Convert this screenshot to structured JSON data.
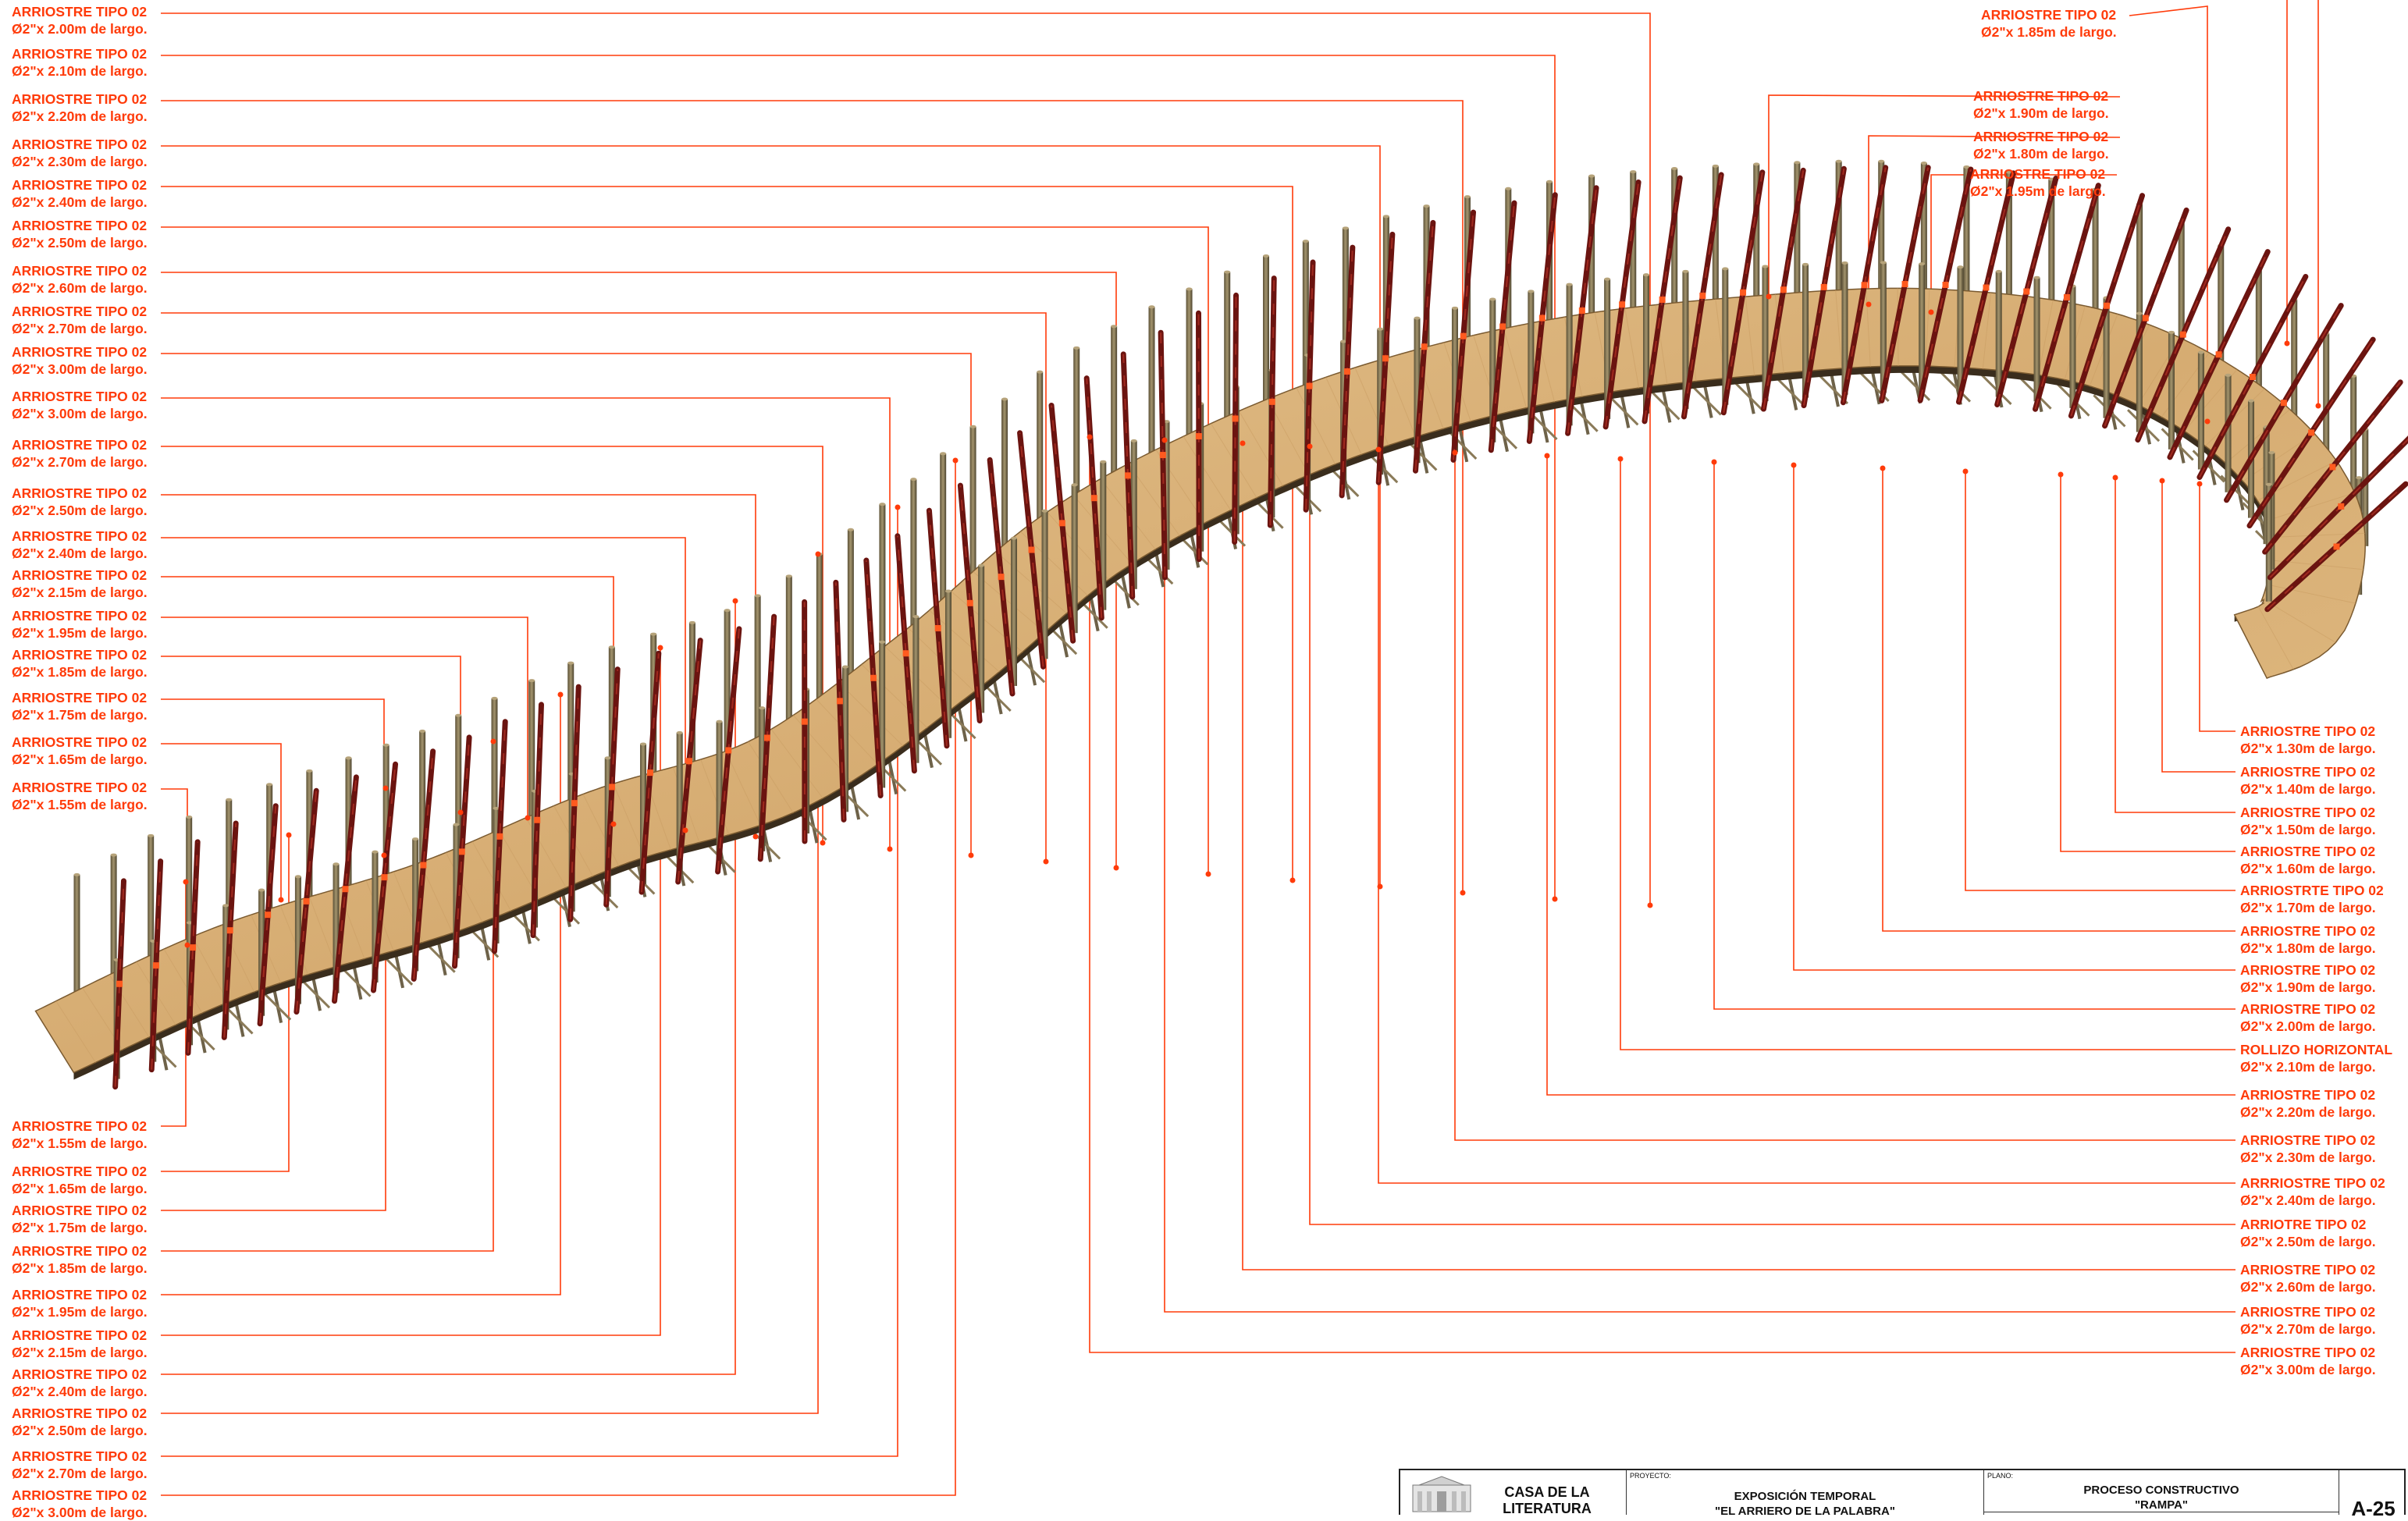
{
  "colors": {
    "leader": "#ff3b0a",
    "deck": "#d8b27c",
    "post": "#8a7a58",
    "brace": "#6b1410"
  },
  "left_top_labels": [
    {
      "title": "ARRIOSTRE TIPO 02",
      "spec": "Ø2\"x 2.00m de largo."
    },
    {
      "title": "ARRIOSTRE TIPO 02",
      "spec": "Ø2\"x 2.10m de largo."
    },
    {
      "title": "ARRIOSTRE TIPO 02",
      "spec": "Ø2\"x 2.20m de largo."
    },
    {
      "title": "ARRIOSTRE TIPO 02",
      "spec": "Ø2\"x 2.30m de largo."
    },
    {
      "title": "ARRIOSTRE TIPO 02",
      "spec": "Ø2\"x 2.40m de largo."
    },
    {
      "title": "ARRIOSTRE TIPO 02",
      "spec": "Ø2\"x 2.50m de largo."
    },
    {
      "title": "ARRIOSTRE TIPO 02",
      "spec": "Ø2\"x 2.60m de largo."
    },
    {
      "title": "ARRIOSTRE TIPO 02",
      "spec": "Ø2\"x 2.70m de largo."
    },
    {
      "title": "ARRIOSTRE TIPO 02",
      "spec": "Ø2\"x 3.00m de largo."
    },
    {
      "title": "ARRIOSTRE TIPO 02",
      "spec": "Ø2\"x 3.00m de largo."
    },
    {
      "title": "ARRIOSTRE TIPO 02",
      "spec": "Ø2\"x 2.70m de largo."
    },
    {
      "title": "ARRIOSTRE TIPO 02",
      "spec": "Ø2\"x 2.50m de largo."
    },
    {
      "title": "ARRIOSTRE TIPO 02",
      "spec": "Ø2\"x 2.40m de largo."
    },
    {
      "title": "ARRIOSTRE TIPO 02",
      "spec": "Ø2\"x 2.15m de largo."
    },
    {
      "title": "ARRIOSTRE TIPO 02",
      "spec": "Ø2\"x 1.95m de largo."
    },
    {
      "title": "ARRIOSTRE TIPO 02",
      "spec": "Ø2\"x 1.85m de largo."
    },
    {
      "title": "ARRIOSTRE TIPO 02",
      "spec": "Ø2\"x 1.75m de largo."
    },
    {
      "title": "ARRIOSTRE TIPO 02",
      "spec": "Ø2\"x 1.65m de largo."
    },
    {
      "title": "ARRIOSTRE TIPO 02",
      "spec": "Ø2\"x 1.55m de largo."
    }
  ],
  "left_bottom_labels": [
    {
      "title": "ARRIOSTRE TIPO 02",
      "spec": "Ø2\"x 1.55m de largo."
    },
    {
      "title": "ARRIOSTRE TIPO 02",
      "spec": "Ø2\"x 1.65m de largo."
    },
    {
      "title": "ARRIOSTRE TIPO 02",
      "spec": "Ø2\"x 1.75m de largo."
    },
    {
      "title": "ARRIOSTRE TIPO 02",
      "spec": "Ø2\"x 1.85m de largo."
    },
    {
      "title": "ARRIOSTRE TIPO 02",
      "spec": "Ø2\"x 1.95m de largo."
    },
    {
      "title": "ARRIOSTRE TIPO 02",
      "spec": "Ø2\"x 2.15m de largo."
    },
    {
      "title": "ARRIOSTRE TIPO 02",
      "spec": "Ø2\"x 2.40m de largo."
    },
    {
      "title": "ARRIOSTRE TIPO 02",
      "spec": "Ø2\"x 2.50m de largo."
    },
    {
      "title": "ARRIOSTRE TIPO 02",
      "spec": "Ø2\"x 2.70m de largo."
    },
    {
      "title": "ARRIOSTRE TIPO 02",
      "spec": "Ø2\"x 3.00m de largo."
    }
  ],
  "right_labels": [
    {
      "title": "ARRIOSTRE TIPO 02",
      "spec": "Ø2\"x 1.30m de largo."
    },
    {
      "title": "ARRIOSTRE TIPO 02",
      "spec": "Ø2\"x 1.40m de largo."
    },
    {
      "title": "ARRIOSTRE TIPO 02",
      "spec": "Ø2\"x 1.50m de largo."
    },
    {
      "title": "ARRIOSTRE TIPO 02",
      "spec": "Ø2\"x 1.60m de largo."
    },
    {
      "title": "ARRIOSTRTE TIPO 02",
      "spec": "Ø2\"x 1.70m de largo."
    },
    {
      "title": "ARRIOSTRE TIPO 02",
      "spec": "Ø2\"x 1.80m de largo."
    },
    {
      "title": "ARRIOSTRE TIPO 02",
      "spec": "Ø2\"x 1.90m de largo."
    },
    {
      "title": "ARRIOSTRE TIPO 02",
      "spec": "Ø2\"x 2.00m de largo."
    },
    {
      "title": "ROLLIZO HORIZONTAL",
      "spec": "Ø2\"x 2.10m de largo."
    },
    {
      "title": "ARRIOSTRE TIPO 02",
      "spec": "Ø2\"x 2.20m de largo."
    },
    {
      "title": "ARRIOSTRE TIPO 02",
      "spec": "Ø2\"x 2.30m de largo."
    },
    {
      "title": "ARRRIOSTRE TIPO 02",
      "spec": "Ø2\"x 2.40m de largo."
    },
    {
      "title": "ARRIOTRE TIPO 02",
      "spec": "Ø2\"x 2.50m de largo."
    },
    {
      "title": "ARRIOSTRE TIPO 02",
      "spec": "Ø2\"x 2.60m de largo."
    },
    {
      "title": "ARRIOSTRE TIPO 02",
      "spec": "Ø2\"x 2.70m de largo."
    },
    {
      "title": "ARRIOSTRE TIPO 02",
      "spec": "Ø2\"x 3.00m de largo."
    }
  ],
  "upper_right_labels": [
    {
      "title": "ARRIOSTRE TIPO 02",
      "spec": "Ø2\"x 1.85m de largo."
    },
    {
      "title": "ARRIOSTRE TIPO 02",
      "spec": "Ø2\"x 1.90m de largo."
    },
    {
      "title": "ARRIOSTRE TIPO 02",
      "spec": "Ø2\"x 1.80m de largo."
    },
    {
      "title": "ARRIOSTRE TIPO 02",
      "spec": "Ø2\"x 1.95m de largo."
    }
  ],
  "title_block": {
    "client_line1": "CASA DE LA",
    "client_line2": "LITERATURA",
    "project_caption": "PROYECTO:",
    "project_line1": "EXPOSICIÓN TEMPORAL",
    "project_line2": "\"EL ARRIERO DE LA PALABRA\"",
    "sheet_caption": "PLANO:",
    "sheet_line1": "PROCESO CONSTRUCTIVO",
    "sheet_line2": "\"RAMPA\"",
    "sheet_number": "A-25"
  }
}
